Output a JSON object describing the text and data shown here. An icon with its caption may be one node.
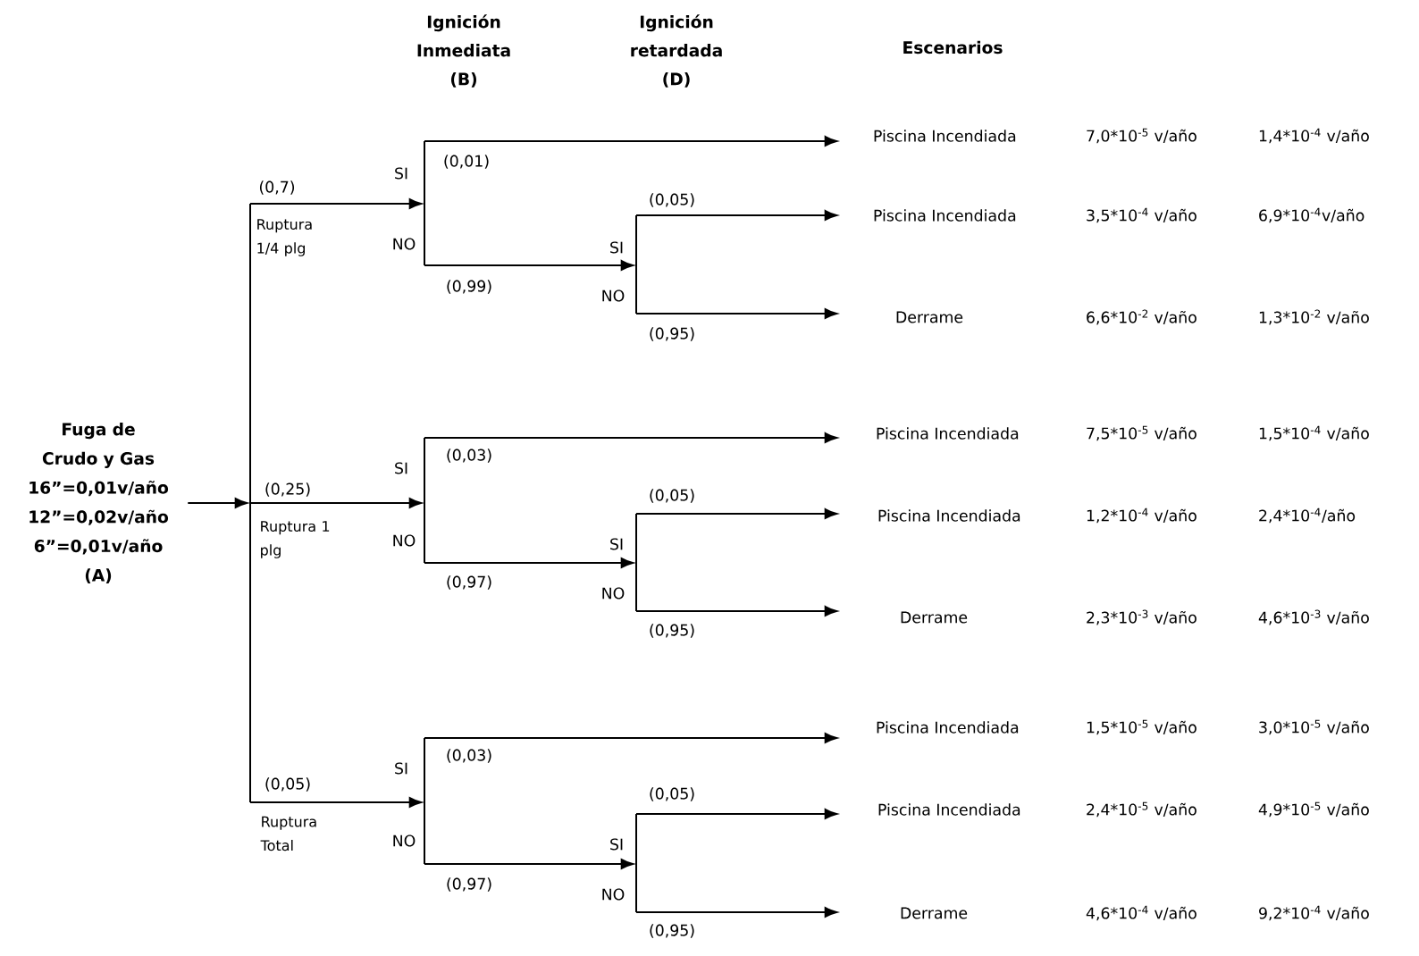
{
  "diagram": {
    "nodes": [
      {
        "text": [
          "Fuga de Crudo y Gas",
          "16”=0,01v/año",
          "12”=0,02v/año",
          "6”=0,01v/año",
          "(A)"
        ]
      },
      {
        "text": [],
        "shape": "bar"
      },
      {
        "text": [],
        "shape": "bar"
      },
      {
        "text": [],
        "shape": "bar"
      },
      {
        "text": [],
        "shape": "bar"
      },
      {
        "text": [],
        "shape": "bar"
      },
      {
        "text": [],
        "shape": "bar"
      },
      {
        "text": [],
        "shape": "bar"
      },
      {
        "text": [
          "Piscina Incendiada"
        ]
      },
      {
        "text": [
          "Piscina Incendiada"
        ]
      },
      {
        "text": [
          "Derrame"
        ]
      },
      {
        "text": [
          "Piscina Incendiada"
        ]
      },
      {
        "text": [
          "Piscina Incendiada"
        ]
      },
      {
        "text": [
          "Derrame"
        ]
      },
      {
        "text": [
          "Piscina Incendiada"
        ]
      },
      {
        "text": [
          "Piscina Incendiada"
        ]
      },
      {
        "text": [
          "Derrame"
        ]
      }
    ],
    "edges": [
      {
        "from": 0,
        "to": 1,
        "arrow": "to"
      },
      {
        "from": 1,
        "to": 2,
        "arrow": "to",
        "label": "(0,7)"
      },
      {
        "from": 1,
        "to": 3,
        "arrow": "to",
        "label": "(0,25)"
      },
      {
        "from": 1,
        "to": 4,
        "arrow": "to",
        "label": "(0,05)"
      },
      {
        "from": 2,
        "to": 8,
        "arrow": "to",
        "label": "(0,01)"
      },
      {
        "from": 2,
        "to": 5,
        "arrow": "to",
        "label": "(0,99)"
      },
      {
        "from": 5,
        "to": 9,
        "arrow": "to",
        "label": "(0,05)"
      },
      {
        "from": 5,
        "to": 10,
        "arrow": "to",
        "label": "(0,95)"
      },
      {
        "from": 3,
        "to": 11,
        "arrow": "to",
        "label": "(0,03)"
      },
      {
        "from": 3,
        "to": 6,
        "arrow": "to",
        "label": "(0,97)"
      },
      {
        "from": 6,
        "to": 12,
        "arrow": "to",
        "label": "(0,05)"
      },
      {
        "from": 6,
        "to": 13,
        "arrow": "to",
        "label": "(0,95)"
      },
      {
        "from": 4,
        "to": 14,
        "arrow": "to",
        "label": "(0,03)"
      },
      {
        "from": 4,
        "to": 7,
        "arrow": "to",
        "label": "(0,97)"
      },
      {
        "from": 7,
        "to": 15,
        "arrow": "to",
        "label": "(0,05)"
      },
      {
        "from": 7,
        "to": 16,
        "arrow": "to",
        "label": "(0,95)"
      }
    ],
    "labels": [
      "Ignición Inmediata (B)",
      "Ignición retardada (D)",
      "Escenarios",
      "Ruptura 1/4 plg",
      "SI",
      "NO",
      "SI",
      "NO",
      "Ruptura 1 plg",
      "SI",
      "NO",
      "SI",
      "NO",
      "Ruptura Total",
      "SI",
      "NO",
      "SI",
      "NO",
      "7,0*10$^{-5}$ v/año",
      "1,4*10$^{-4}$ v/año",
      "3,5*10$^{-4}$ v/año",
      "6,9*10$^{-4}$v/año",
      "6,6*10$^{-2}$ v/año",
      "1,3*10$^{-2}$ v/año",
      "7,5*10$^{-5}$ v/año",
      "1,5*10$^{-4}$ v/año",
      "1,2*10$^{-4}$ v/año",
      "2,4*10$^{-4}$/año",
      "2,3*10$^{-3}$ v/año",
      "4,6*10$^{-3}$ v/año",
      "1,5*10$^{-5}$ v/año",
      "3,0*10$^{-5}$ v/año",
      "2,4*10$^{-5}$ v/año",
      "4,9*10$^{-5}$ v/año",
      "4,6*10$^{-4}$ v/año",
      "9,2*10$^{-4}$ v/año"
    ]
  }
}
